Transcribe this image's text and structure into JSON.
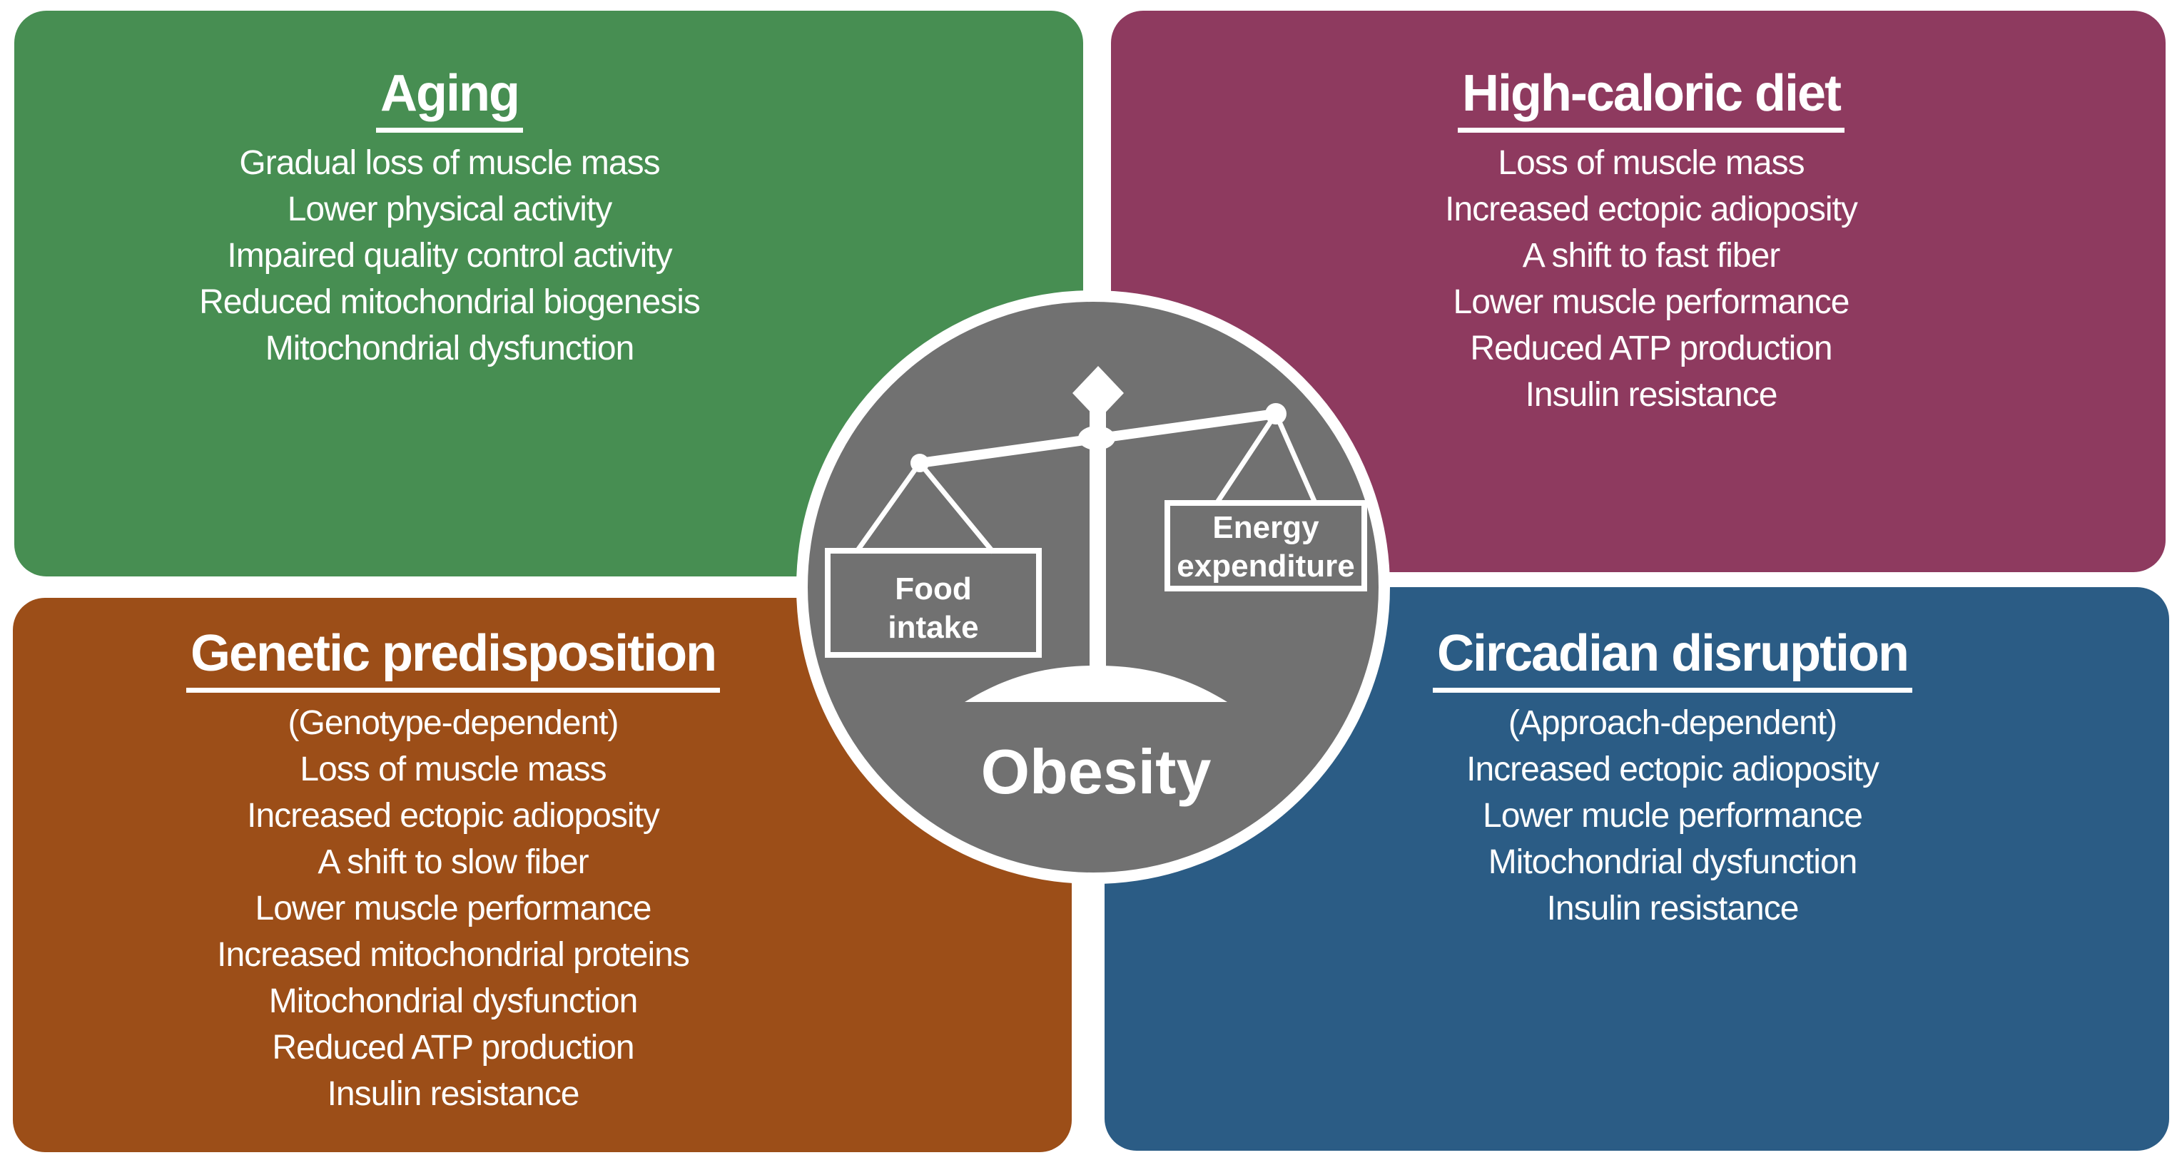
{
  "figure": {
    "center": {
      "condition_label": "Obesity",
      "left_pan_label_lines": [
        "Food",
        "intake"
      ],
      "right_pan_label_lines": [
        "Energy",
        "expenditure"
      ],
      "circle_color": "#717171",
      "icon": "balance-scale-tilted-left"
    },
    "panels": [
      {
        "title": "Aging",
        "color": "#478e52",
        "items": [
          "Gradual loss of muscle mass",
          "Lower physical activity",
          "Impaired quality control activity",
          "Reduced mitochondrial biogenesis",
          "Mitochondrial dysfunction"
        ]
      },
      {
        "title": "High-caloric diet",
        "color": "#8e3a5f",
        "items": [
          "Loss of muscle mass",
          "Increased ectopic adioposity",
          "A shift to fast fiber",
          "Lower muscle performance",
          "Reduced ATP production",
          "Insulin resistance"
        ]
      },
      {
        "title": "Genetic predisposition",
        "color": "#9c4e18",
        "items": [
          "(Genotype-dependent)",
          "Loss of muscle mass",
          "Increased ectopic adioposity",
          "A shift to slow fiber",
          "Lower muscle performance",
          "Increased mitochondrial proteins",
          "Mitochondrial dysfunction",
          "Reduced ATP production",
          "Insulin resistance"
        ]
      },
      {
        "title": "Circadian disruption",
        "color": "#2b5c85",
        "items": [
          "(Approach-dependent)",
          "Increased ectopic adioposity",
          "Lower mucle performance",
          "Mitochondrial dysfunction",
          "Insulin resistance"
        ]
      }
    ]
  }
}
